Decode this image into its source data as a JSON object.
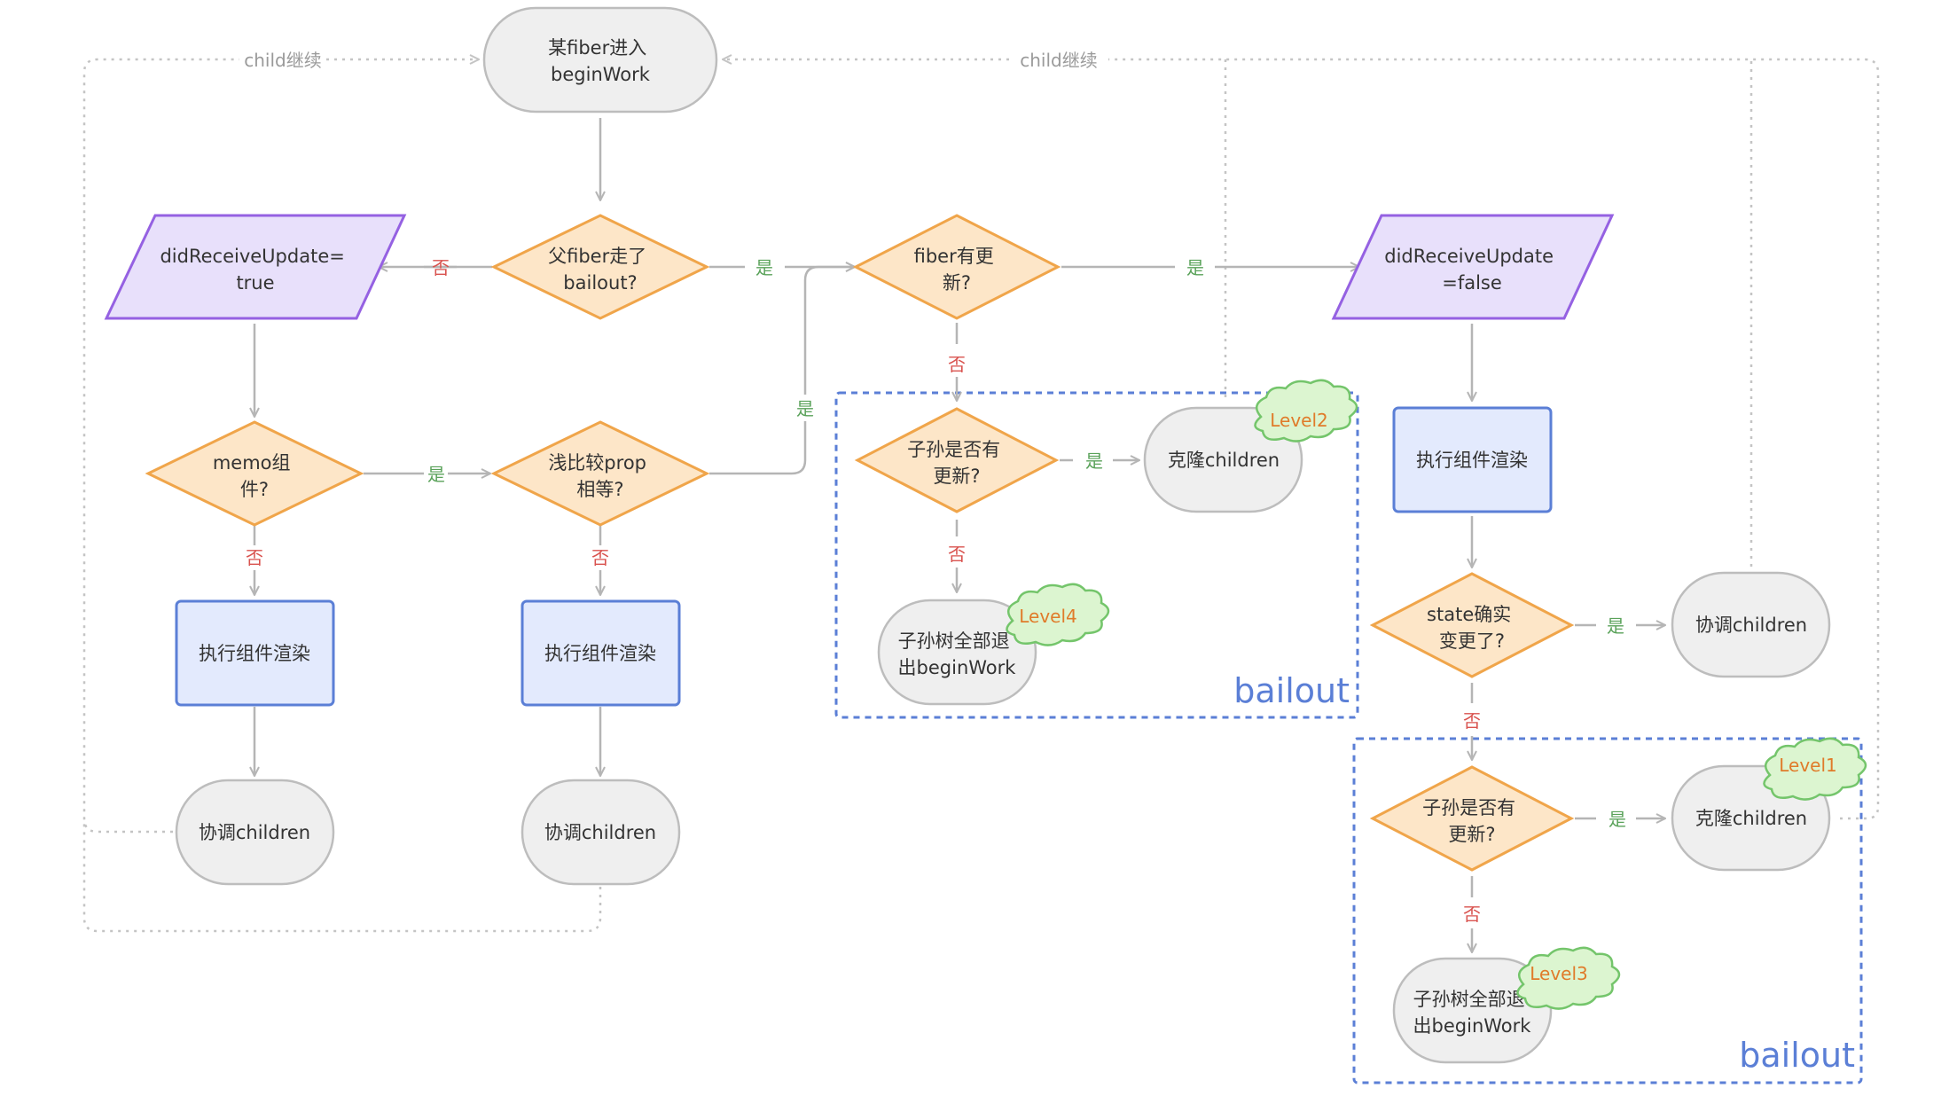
{
  "colors": {
    "yes": "#5aa25a",
    "no": "#d9534f",
    "arrow": "#b5b5b5",
    "dotted": "#c4c4c4",
    "bailout_box": "#5b7fd6"
  },
  "nodes": {
    "start": [
      "某fiber进入",
      "beginWork"
    ],
    "parent_bailout": [
      "父fiber走了",
      "bailout?"
    ],
    "did_receive_true": [
      "didReceiveUpdate=",
      "true"
    ],
    "memo": [
      "memo组",
      "件?"
    ],
    "shallow_compare": [
      "浅比较prop",
      "相等?"
    ],
    "render_left": [
      "执行组件渲染"
    ],
    "render_mid": [
      "执行组件渲染"
    ],
    "reconcile_left": [
      "协调children"
    ],
    "reconcile_mid": [
      "协调children"
    ],
    "fiber_has_update": [
      "fiber有更",
      "新?"
    ],
    "subtree_update_a": [
      "子孙是否有",
      "更新?"
    ],
    "clone_a": [
      "克隆children"
    ],
    "exit_a": [
      "子孙树全部退",
      "出beginWork"
    ],
    "did_receive_false": [
      "didReceiveUpdate",
      "=false"
    ],
    "render_right": [
      "执行组件渲染"
    ],
    "state_changed": [
      "state确实",
      "变更了?"
    ],
    "reconcile_right": [
      "协调children"
    ],
    "subtree_update_b": [
      "子孙是否有",
      "更新?"
    ],
    "clone_b": [
      "克隆children"
    ],
    "exit_b": [
      "子孙树全部退",
      "出beginWork"
    ]
  },
  "labels": {
    "yes": "是",
    "no": "否",
    "child_continue": "child继续"
  },
  "levels": {
    "level1": "Level1",
    "level2": "Level2",
    "level3": "Level3",
    "level4": "Level4"
  },
  "bailout": "bailout"
}
